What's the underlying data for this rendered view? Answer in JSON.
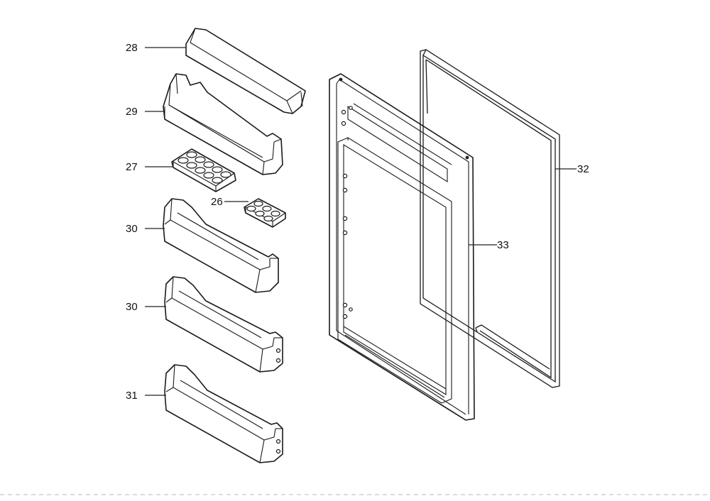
{
  "labels": {
    "p28": "28",
    "p29": "29",
    "p27": "27",
    "p26": "26",
    "p30a": "30",
    "p30b": "30",
    "p31": "31",
    "p32": "32",
    "p33": "33"
  }
}
